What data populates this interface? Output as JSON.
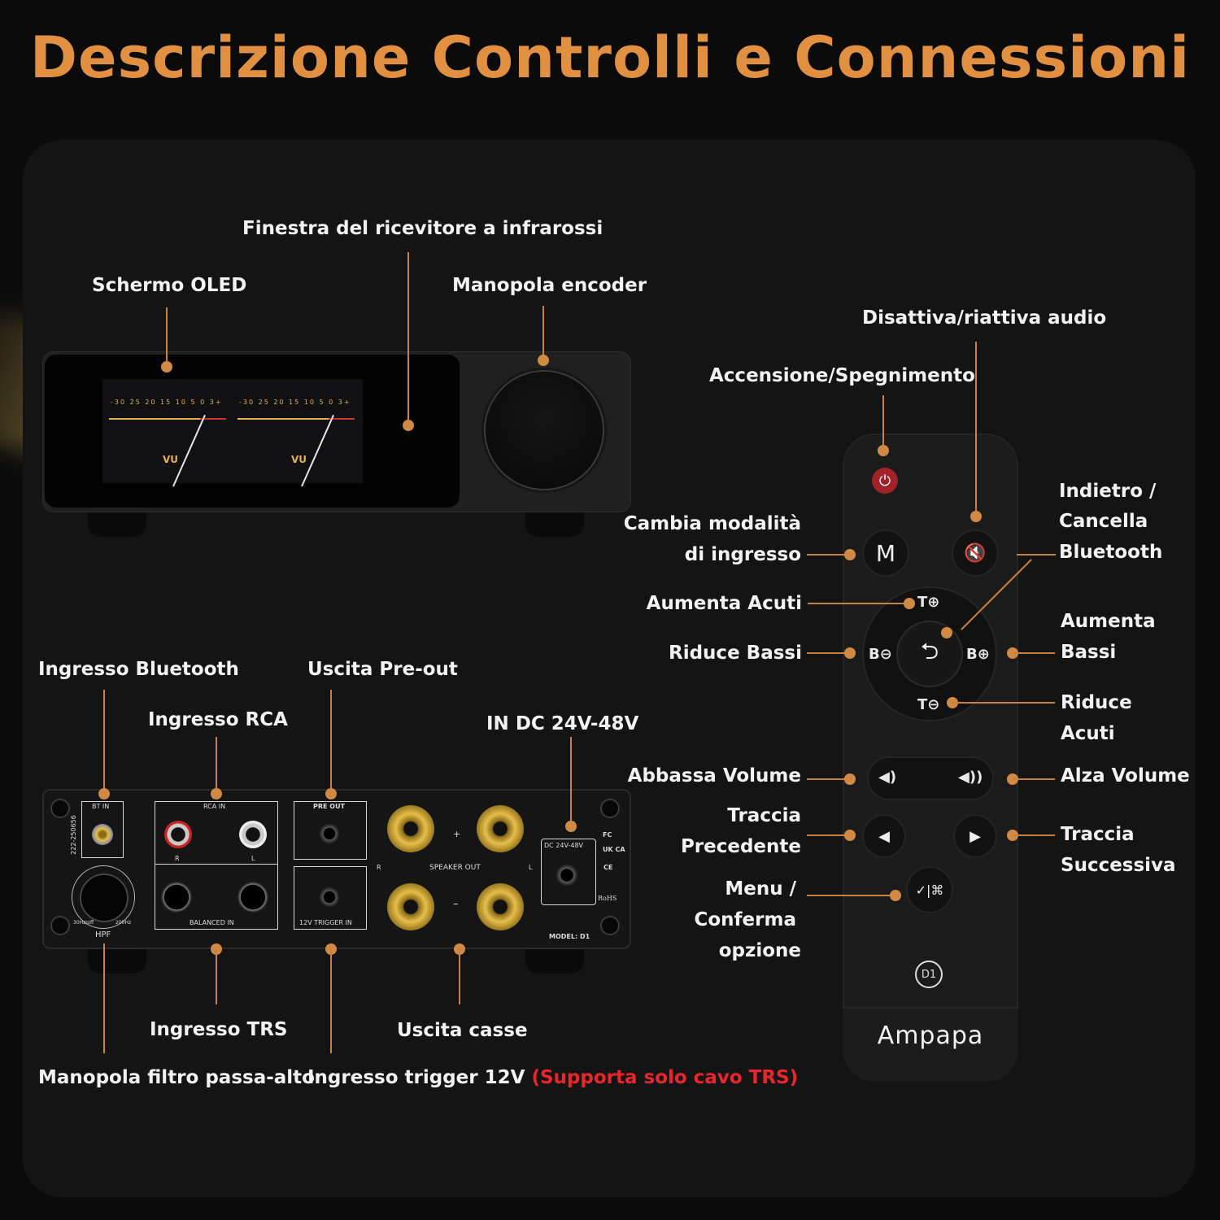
{
  "title": "Descrizione Controlli e Connessioni",
  "colors": {
    "accent": "#e09040",
    "line": "#c9823e",
    "warning": "#e8262b",
    "background": "#0b0b0c"
  },
  "front_labels": {
    "ir_window": "Finestra del ricevitore a infrarossi",
    "oled": "Schermo OLED",
    "encoder": "Manopola encoder"
  },
  "oled_display": {
    "scale": "-30 25 20 15 10 5 0 3+",
    "vu": "VU"
  },
  "back_labels": {
    "bt_in": "Ingresso Bluetooth",
    "rca_in": "Ingresso RCA",
    "pre_out": "Uscita Pre-out",
    "dc_in": "IN DC 24V-48V",
    "trs_in": "Ingresso TRS",
    "speaker_out": "Uscita casse",
    "hpf_knob": "Manopola filtro passa-alto",
    "trigger": "Ingresso trigger 12V",
    "trigger_note": "(Supporta solo cavo TRS)"
  },
  "back_panel": {
    "bt_in": "BT IN",
    "rca_in": "RCA IN",
    "balanced_in": "BALANCED IN",
    "pre_out": "PRE OUT",
    "trigger_in": "12V TRIGGER IN",
    "speaker_out": "SPEAKER OUT",
    "dc": "DC 24V-48V",
    "model": "MODEL: D1",
    "hpf": "HPF",
    "plus": "+",
    "minus": "–",
    "r": "R",
    "l": "L",
    "rohs": "RoHS",
    "fc": "FC",
    "ukca": "UK CA",
    "ce": "CE",
    "freq_low": "30Hz/off",
    "freq_high": "200Hz",
    "serial": "222-250656"
  },
  "remote_labels": {
    "mute": "Disattiva/riattiva audio",
    "power": "Accensione/Spegnimento",
    "back": [
      "Indietro /",
      "Cancella",
      "Bluetooth"
    ],
    "input_mode": [
      "Cambia modalità",
      "di ingresso"
    ],
    "treble_up": "Aumenta Acuti",
    "bass_down": "Riduce Bassi",
    "bass_up": [
      "Aumenta",
      "Bassi"
    ],
    "treble_down": [
      "Riduce",
      "Acuti"
    ],
    "vol_down": "Abbassa Volume",
    "vol_up": "Alza Volume",
    "prev": [
      "Traccia",
      "Precedente"
    ],
    "next": [
      "Traccia",
      "Successiva"
    ],
    "menu": [
      "Menu /",
      "Conferma",
      "opzione"
    ]
  },
  "remote_buttons": {
    "power": "⏻",
    "mode": "M",
    "mute": "🔇",
    "t_up": "T⊕",
    "t_down": "T⊖",
    "b_down": "B⊖",
    "b_up": "B⊕",
    "back": "⮌",
    "vol_down": "◀)",
    "vol_up": "◀))",
    "prev": "◀",
    "next": "▶",
    "menu": "✓|⌘",
    "model": "D1",
    "brand": "Ampapa"
  }
}
